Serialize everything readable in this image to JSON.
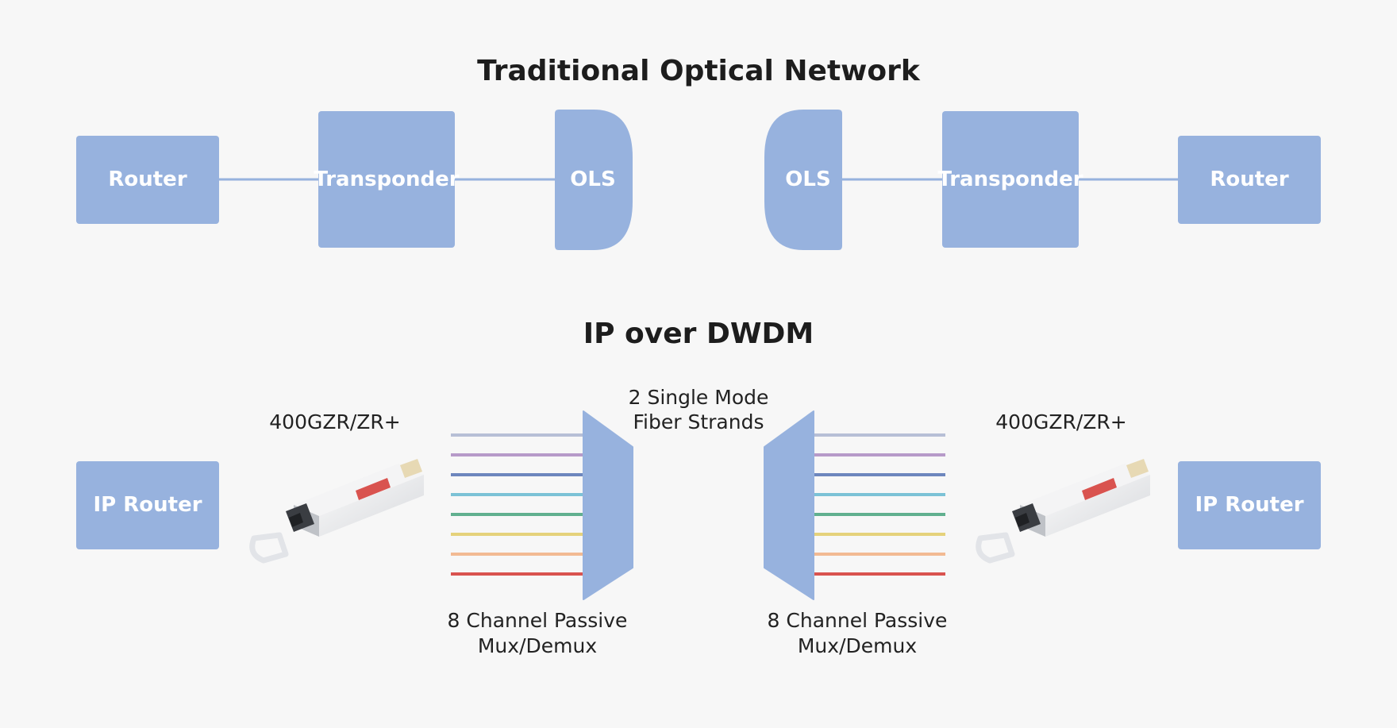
{
  "colors": {
    "node": "#97b2de",
    "link": "#97b2de",
    "background": "#f7f7f7"
  },
  "traditional": {
    "title": "Traditional Optical Network",
    "router_left": "Router",
    "transponder_left": "Transponder",
    "ols_left": "OLS",
    "ols_right": "OLS",
    "transponder_right": "Transponder",
    "router_right": "Router"
  },
  "ip_over_dwdm": {
    "title": "IP over DWDM",
    "router_left": "IP Router",
    "router_right": "IP Router",
    "module_left_label": "400GZR/ZR+",
    "module_right_label": "400GZR/ZR+",
    "fiber_label": [
      "2 Single Mode",
      "Fiber Strands"
    ],
    "mux_left_label": [
      "8 Channel Passive",
      "Mux/Demux"
    ],
    "mux_right_label": [
      "8 Channel Passive",
      "Mux/Demux"
    ],
    "channel_colors": [
      "#b7bfd6",
      "#b79ac9",
      "#6d86bd",
      "#7cc2d6",
      "#61b08f",
      "#e5d27b",
      "#f2ba93",
      "#d9534f"
    ]
  }
}
